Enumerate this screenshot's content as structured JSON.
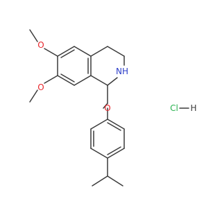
{
  "colors": {
    "bond": "#3a3a3a",
    "oxygen": "#e8242a",
    "nitrogen": "#2a3cc8",
    "chlorine": "#27b14e",
    "hydrogen": "#3a3a3a"
  },
  "atoms": {
    "o_upper_methoxy": "O",
    "o_lower_methoxy": "O",
    "o_ether": "O",
    "nh": "NH",
    "cl": "Cl",
    "h": "H"
  }
}
